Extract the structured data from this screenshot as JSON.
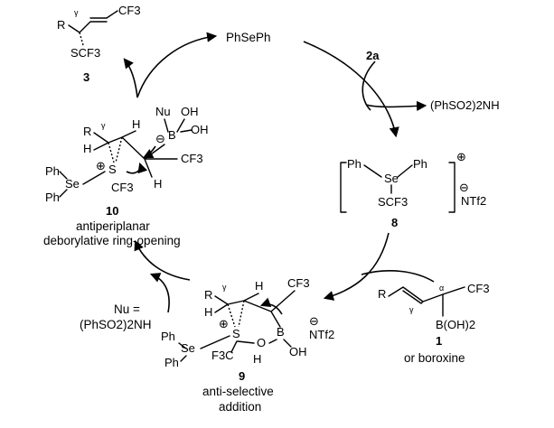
{
  "catalyst": {
    "label": "PhSePh"
  },
  "reagent": {
    "label": "2a",
    "byproduct": "(PhSO2)2NH"
  },
  "product": {
    "number": "3",
    "r": "R",
    "gamma": "γ",
    "cf3": "CF3",
    "scf3": "SCF3"
  },
  "intermediate_8": {
    "number": "8",
    "ph_left": "Ph",
    "se": "Se",
    "ph_right": "Ph",
    "scf3": "SCF3",
    "charge_plus": "⊕",
    "charge_minus": "⊖",
    "counterion": "NTf2"
  },
  "intermediate_9": {
    "number": "9",
    "caption_line1": "anti-selective",
    "caption_line2": "addition",
    "r": "R",
    "gamma": "γ",
    "h1": "H",
    "h2": "H",
    "cf3": "CF3",
    "ph1": "Ph",
    "ph2": "Ph",
    "se": "Se",
    "s": "S",
    "o": "O",
    "b": "B",
    "oh": "OH",
    "h_o": "H",
    "f3c": "F3C",
    "charge_plus": "⊕",
    "charge_minus": "⊖",
    "counterion": "NTf2"
  },
  "intermediate_10": {
    "number": "10",
    "caption_line1": "antiperiplanar",
    "caption_line2": "deborylative ring-opening",
    "r": "R",
    "gamma": "γ",
    "h1": "H",
    "h2": "H",
    "h3": "H",
    "nu": "Nu",
    "oh1": "OH",
    "oh2": "OH",
    "b": "B",
    "cf3_right": "CF3",
    "cf3_s": "CF3",
    "ph1": "Ph",
    "ph2": "Ph",
    "se": "Se",
    "s": "S",
    "charge_plus": "⊕",
    "charge_minus": "⊖"
  },
  "substrate_1": {
    "number": "1",
    "r": "R",
    "gamma": "γ",
    "alpha": "α",
    "cf3": "CF3",
    "boron": "B(OH)2",
    "note": "or boroxine"
  },
  "nucleophile": {
    "line1": "Nu =",
    "line2": "(PhSO2)2NH"
  }
}
